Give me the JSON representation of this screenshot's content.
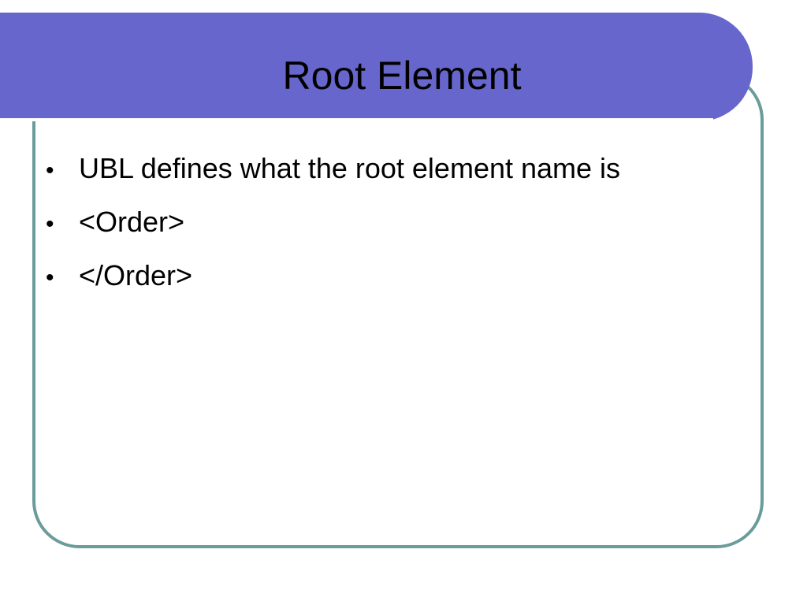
{
  "slide": {
    "title": "Root Element",
    "bullets": [
      "UBL defines what the root element name is",
      "<Order>",
      "</Order>"
    ],
    "bullet_glyph": "•"
  },
  "colors": {
    "title_bar": "#6666cc",
    "frame_border": "#6b9c9c",
    "background": "#ffffff"
  }
}
